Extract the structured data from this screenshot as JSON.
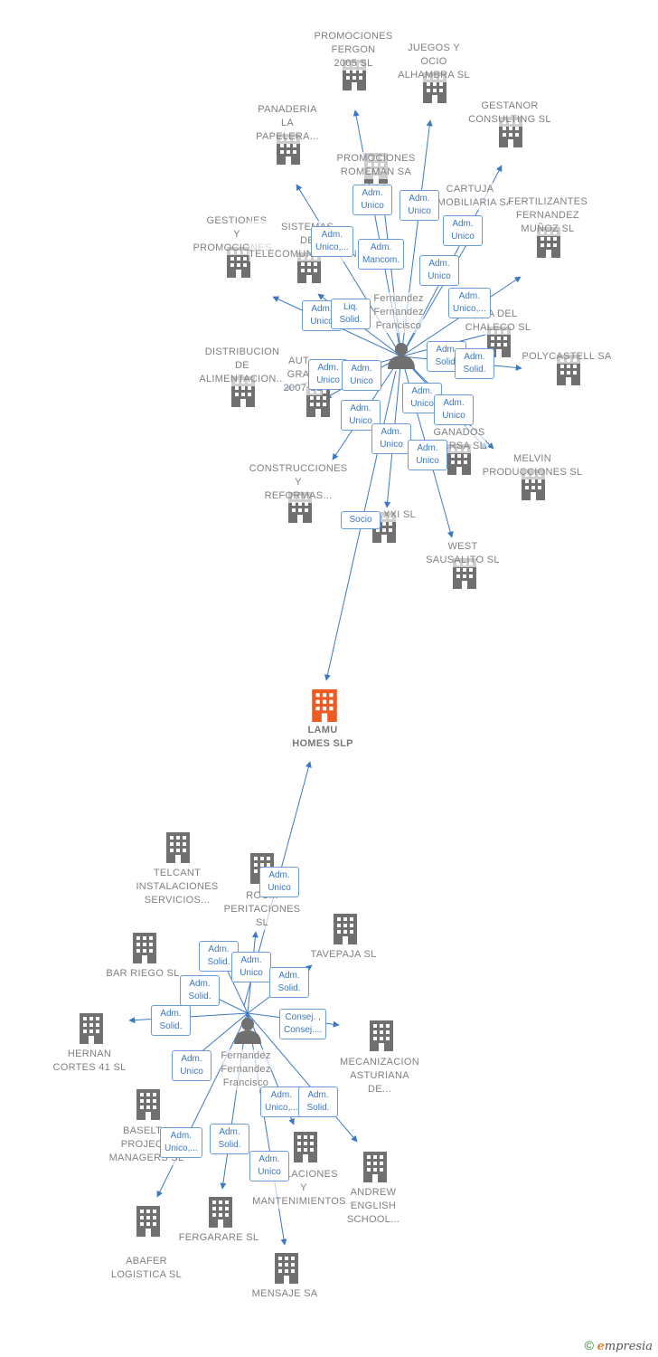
{
  "colors": {
    "edge": "#3a78c5",
    "icon": "#707070",
    "focus": "#ee5a24"
  },
  "focus_company": {
    "label": "LAMU\nHOMES SLP",
    "icon": "building-icon"
  },
  "persons": [
    {
      "id": "p1",
      "label": "Fernandez\nFernandez\nFrancisco",
      "icon": "person-icon"
    },
    {
      "id": "p2",
      "label": "Fernandez\nFernandez\nFrancisco",
      "icon": "person-icon"
    }
  ],
  "companies_top": [
    "PROMOCIONES\nFERGON\n2005 SL",
    "JUEGOS Y\nOCIO\nALHAMBRA SL",
    "PANADERIA\nLA\nPAPELERA...",
    "GESTANOR\nCONSULTING SL",
    "PROMOCIONES\nROMEMAN SA",
    "CARTUJA\nINMOBILIARIA SA",
    "FERTILIZANTES\nFERNANDEZ\nMUÑOZ SL",
    "GESTIONES\nY\nPROMOCIONES...",
    "SISTEMAS\nDE\nTELECOMUNICACION...",
    "...A DEL\nCHALECO SL",
    "POLYCASTELL SA",
    "DISTRIBUCION\nDE\nALIMENTACION...",
    "AUT...\nGRA...\n2007 SL",
    "GANADOS\n...ERSA SL",
    "MELVIN\nPRODUCCIONES SL",
    "CONSTRUCCIONES\nY\nREFORMAS...",
    "...XXI SL",
    "WEST\nSAUSALITO SL"
  ],
  "companies_bottom": [
    "TELCANT\nINSTALACIONES\nSERVICIOS...",
    "ROC...\nPERITACIONES\nSL",
    "TAVEPAJA SL",
    "BAR RIEGO SL",
    "HERNAN\nCORTES 41 SL",
    "MECANIZACION\nASTURIANA\nDE...",
    "BASELT...\nPROJEC...\nMANAGERS SL",
    "...ALACIONES\nY\nMANTENIMIENTOS...",
    "ANDREW\nENGLISH\nSCHOOL...",
    "ABAFER\nLOGISTICA SL",
    "FERGARARE SL",
    "MENSAJE SA"
  ],
  "roles": {
    "adm_unico": "Adm.\nUnico",
    "adm_unico_multi": "Adm.\nUnico,...",
    "adm_mancom": "Adm.\nMancom.",
    "liq_solid": "Liq.\nSolid.",
    "adm_solid": "Adm.\nSolid.",
    "socio": "Socio",
    "consej": "Consej. ,\nConsej...."
  },
  "copyright": {
    "symbol": "©",
    "brand_initial": "e",
    "brand_rest": "mpresia"
  }
}
